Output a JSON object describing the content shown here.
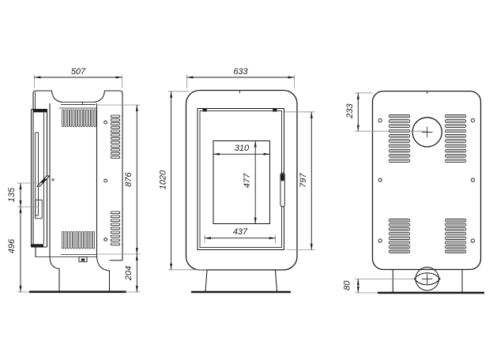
{
  "colors": {
    "line": "#1c1c1c",
    "extension": "#8f8f8f",
    "background": "#ffffff"
  },
  "views": {
    "side": {
      "dims": {
        "overall_depth": "507",
        "rear_panel_height": "876",
        "base_height": "204",
        "handle_offset": "135",
        "handle_height_from_floor": "496"
      }
    },
    "front": {
      "dims": {
        "overall_width": "633",
        "overall_height": "1020",
        "glass_width": "310",
        "glass_height": "477",
        "opening_width": "437",
        "door_height": "797"
      }
    },
    "back": {
      "dims": {
        "flue_center_from_top": "233",
        "outlet_center_from_floor": "80"
      }
    }
  }
}
